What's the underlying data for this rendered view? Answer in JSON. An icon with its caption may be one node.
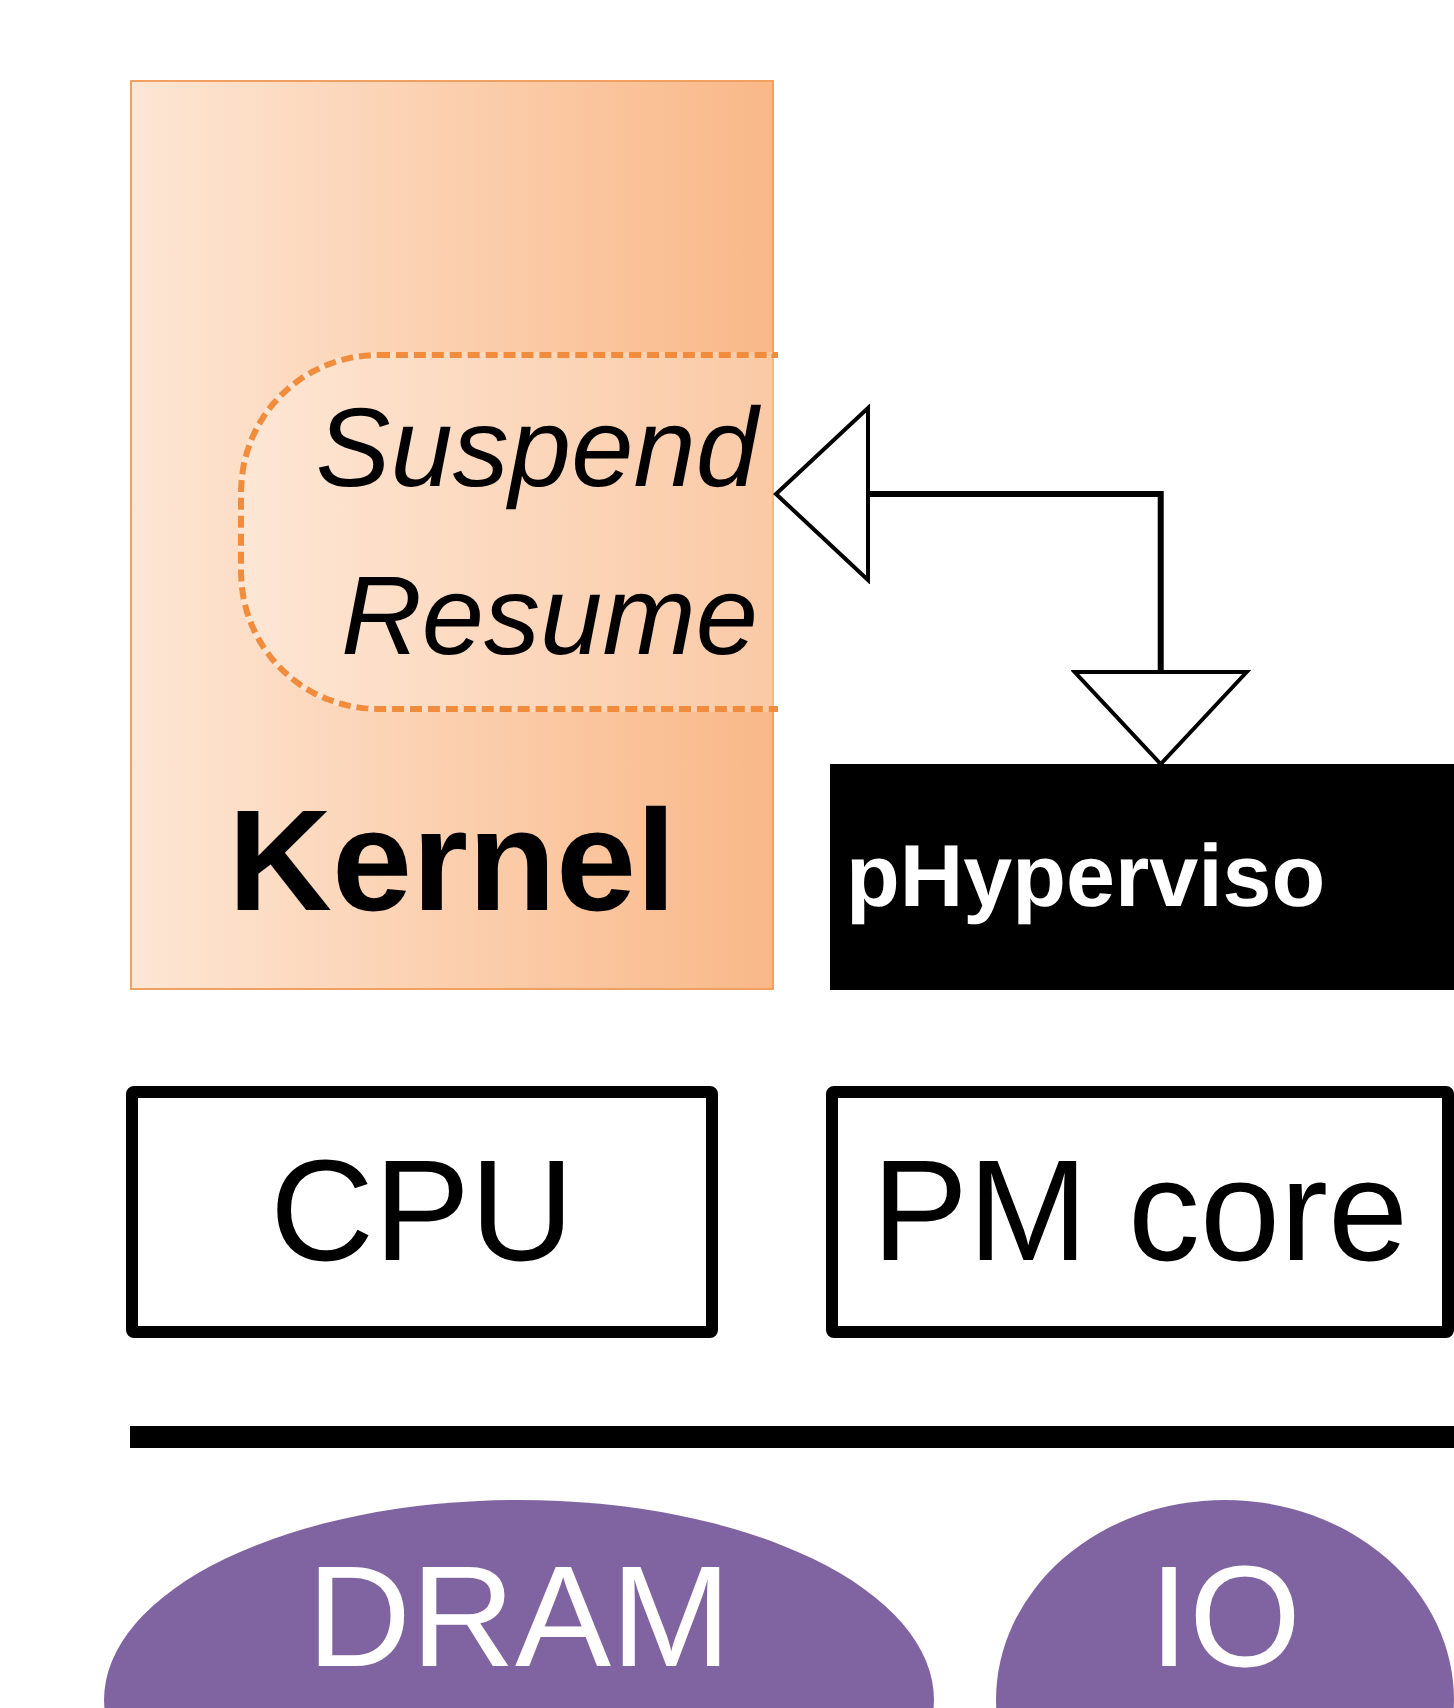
{
  "diagram": {
    "nodes": [
      {
        "text": [
          "Kernel"
        ]
      },
      {
        "text": [
          "Suspend Resume"
        ],
        "in": 0
      },
      {
        "text": [
          "pHyperviso"
        ]
      },
      {
        "text": [
          "CPU"
        ]
      },
      {
        "text": [
          "PM core"
        ]
      },
      {
        "text": [
          "DRAM"
        ]
      },
      {
        "text": [
          "IO"
        ]
      }
    ],
    "edges": [
      {
        "from": 1,
        "to": 2,
        "arrow": "both"
      }
    ]
  }
}
